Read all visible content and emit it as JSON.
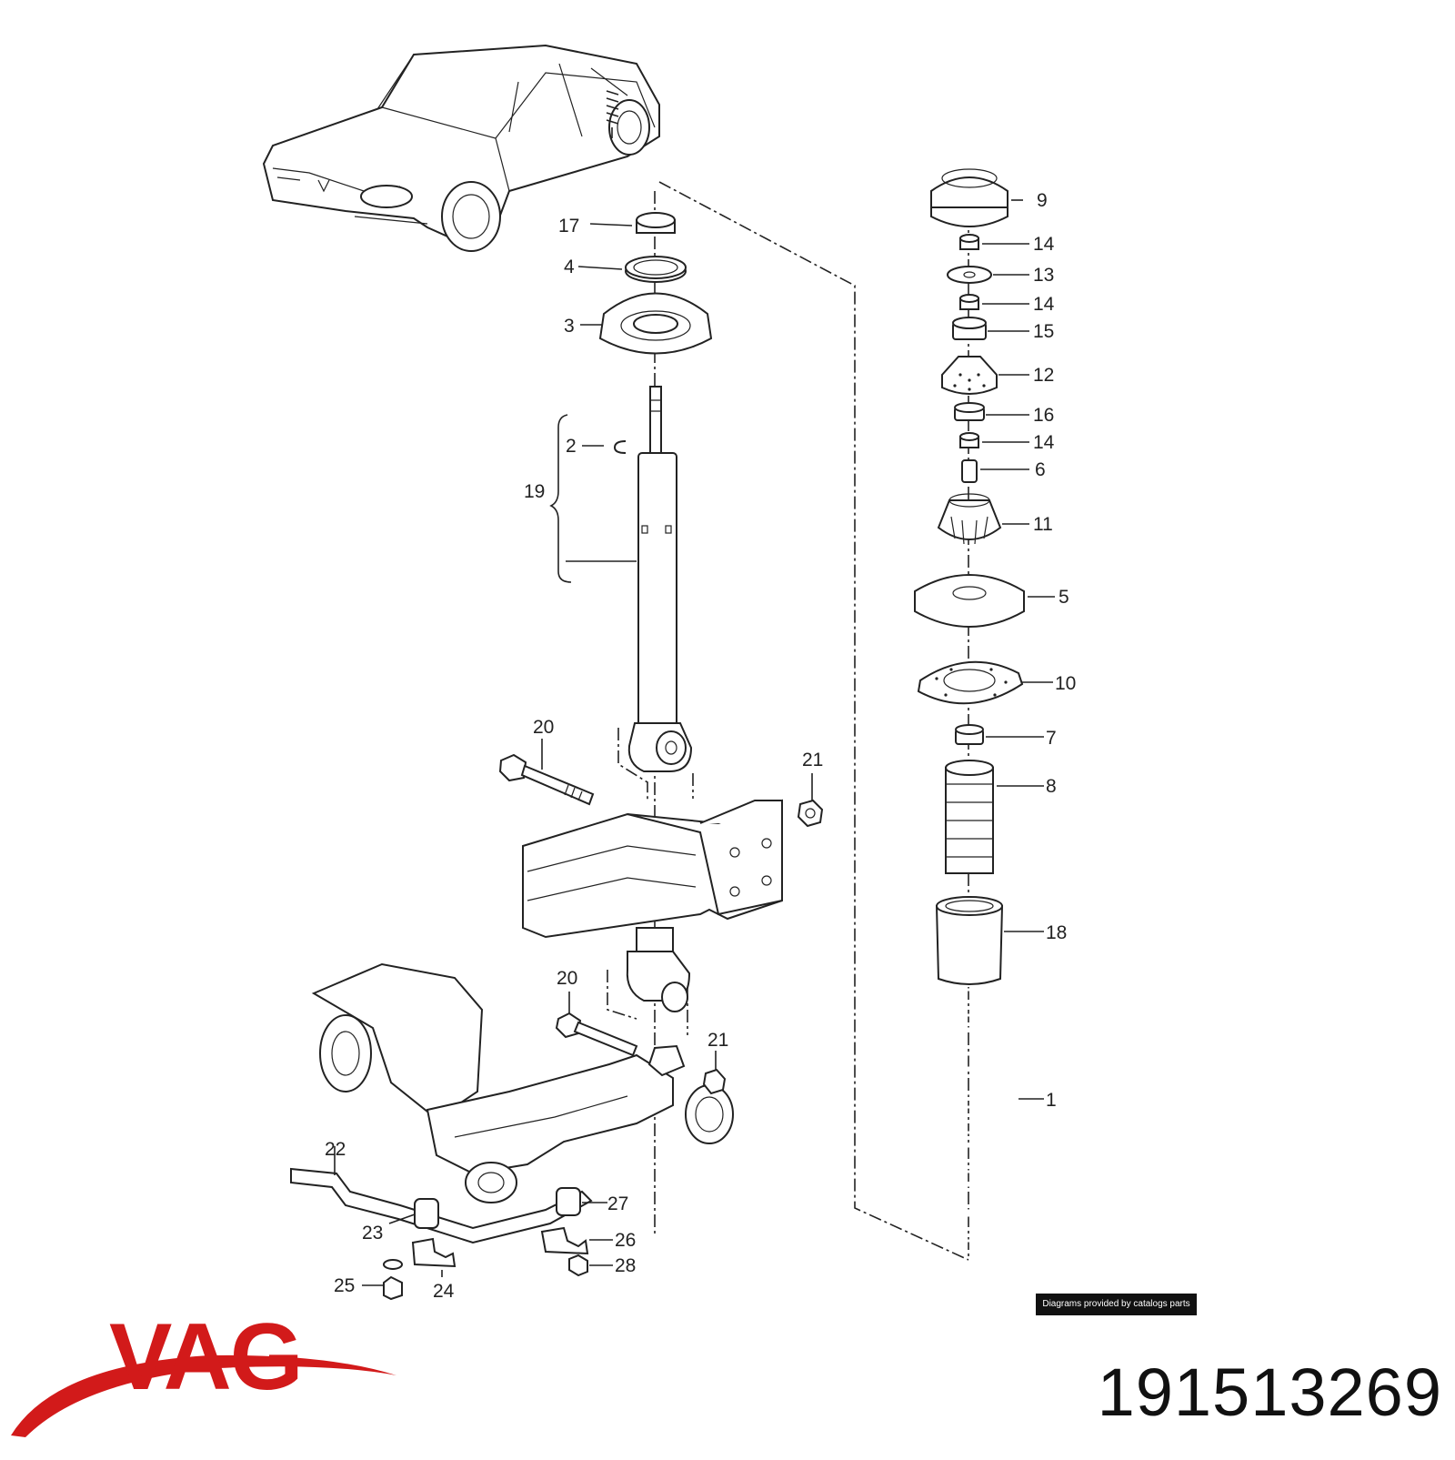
{
  "brand": {
    "name": "VAG",
    "color": "#d21a1a"
  },
  "part_number": "191513269",
  "credit": "Diagrams provided by catalogs parts",
  "callouts": {
    "c1": "1",
    "c2": "2",
    "c3": "3",
    "c4": "4",
    "c5": "5",
    "c6": "6",
    "c7": "7",
    "c8": "8",
    "c9": "9",
    "c10": "10",
    "c11": "11",
    "c12": "12",
    "c13": "13",
    "c14a": "14",
    "c14b": "14",
    "c14c": "14",
    "c15": "15",
    "c16": "16",
    "c17": "17",
    "c18": "18",
    "c19": "19",
    "c20a": "20",
    "c20b": "20",
    "c21a": "21",
    "c21b": "21",
    "c22": "22",
    "c23": "23",
    "c24": "24",
    "c25": "25",
    "c26": "26",
    "c27": "27",
    "c28": "28"
  }
}
